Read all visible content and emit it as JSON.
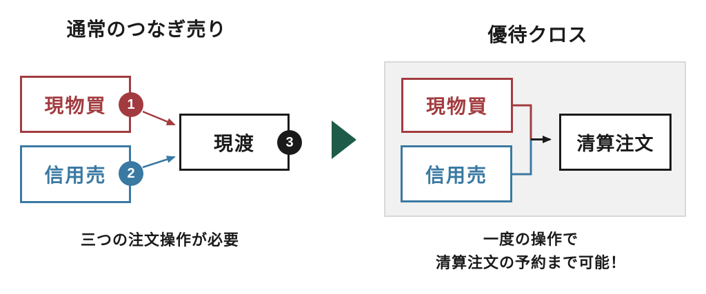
{
  "colors": {
    "red": "#A23B3F",
    "blue": "#3A79A2",
    "green": "#1E5B49",
    "ink": "#1A1A1A",
    "panel_bg": "#F1F1F1",
    "panel_border": "#D9D9D9"
  },
  "left": {
    "title": "通常のつなぎ売り",
    "boxes": {
      "genbutsu": "現物買",
      "shinyou": "信用売",
      "genwatashi": "現渡"
    },
    "badges": {
      "step1": "1",
      "step2": "2",
      "step3": "3"
    },
    "caption": "三つの注文操作が必要"
  },
  "right": {
    "title": "優待クロス",
    "boxes": {
      "genbutsu": "現物買",
      "shinyou": "信用売",
      "seisan": "清算注文"
    },
    "caption_line1": "一度の操作で",
    "caption_line2": "清算注文の予約まで可能！"
  }
}
